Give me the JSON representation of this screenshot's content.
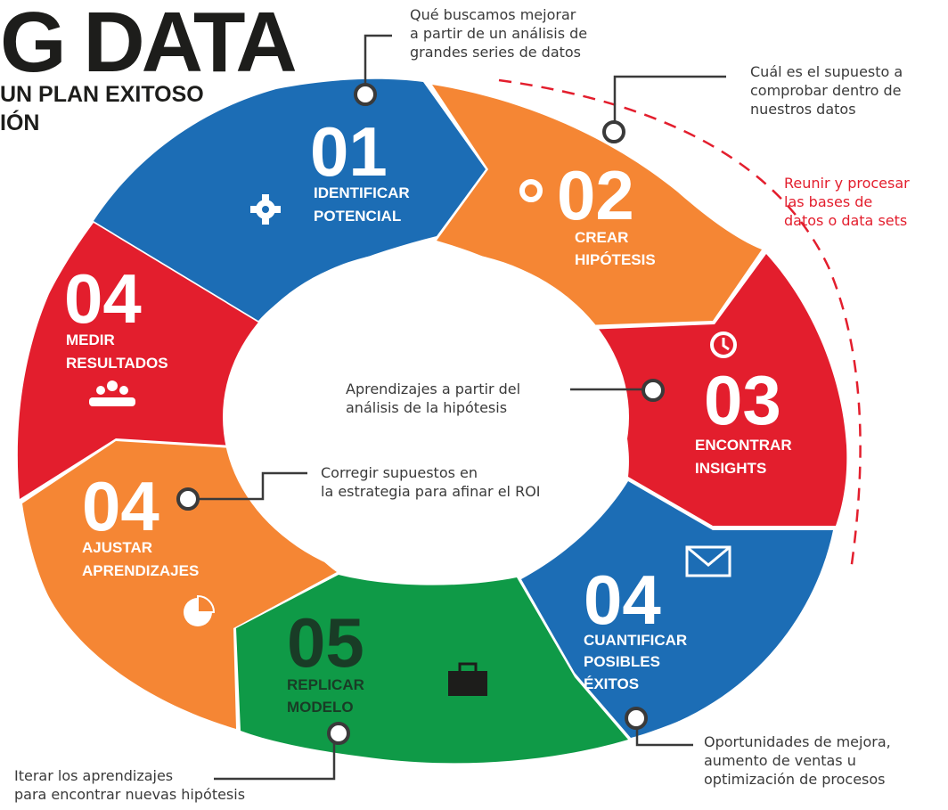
{
  "header": {
    "title": "G DATA",
    "subtitle_line1": "UN PLAN EXITOSO",
    "subtitle_line2": "IÓN"
  },
  "steps": [
    {
      "number": "01",
      "label_lines": [
        "IDENTIFICAR",
        "POTENCIAL"
      ],
      "color": "#1c6db5",
      "icon": "gear-icon"
    },
    {
      "number": "02",
      "label_lines": [
        "CREAR",
        "HIPÓTESIS"
      ],
      "color": "#f58634",
      "icon": "cycle-icon"
    },
    {
      "number": "03",
      "label_lines": [
        "ENCONTRAR",
        "INSIGHTS"
      ],
      "color": "#e31e2d",
      "icon": "clock-icon"
    },
    {
      "number": "04",
      "label_lines": [
        "CUANTIFICAR",
        "POSIBLES",
        "ÉXITOS"
      ],
      "color": "#1c6db5",
      "icon": "envelope-icon"
    },
    {
      "number": "05",
      "label_lines": [
        "REPLICAR",
        "MODELO"
      ],
      "color": "#0f9a47",
      "icon": "briefcase-icon"
    },
    {
      "number": "04",
      "label_lines": [
        "AJUSTAR",
        "APRENDIZAJES"
      ],
      "color": "#f58634",
      "icon": "pie-chart-icon"
    },
    {
      "number": "04",
      "label_lines": [
        "MEDIR",
        "RESULTADOS"
      ],
      "color": "#e31e2d",
      "icon": "people-icon"
    }
  ],
  "annotations": {
    "top": [
      "Qué buscamos mejorar",
      "a partir de un análisis de",
      "grandes series de datos"
    ],
    "top_right": [
      "Cuál es el supuesto a",
      "comprobar dentro de",
      "nuestros datos"
    ],
    "red_note": [
      "Reunir y procesar",
      "las bases de",
      "datos o data sets"
    ],
    "center_top": [
      "Aprendizajes a partir del",
      "análisis de la hipótesis"
    ],
    "center_mid": [
      "Corregir supuestos en",
      "la estrategia para afinar el ROI"
    ],
    "bottom_right": [
      "Oportunidades de mejora,",
      "aumento de ventas u",
      "optimización de procesos"
    ],
    "bottom_left": [
      "Iterar los aprendizajes",
      "para encontrar nuevas hipótesis"
    ]
  },
  "colors": {
    "blue": "#1c6db5",
    "orange": "#f58634",
    "red": "#e31e2d",
    "green": "#0f9a47",
    "dark": "#1d1d1b"
  }
}
